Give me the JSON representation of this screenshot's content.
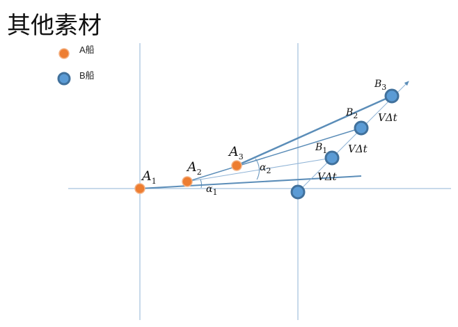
{
  "title": "其他素材",
  "legend": {
    "a_ship": "A船",
    "b_ship": "B船"
  },
  "colors": {
    "a_ship_fill": "#ED7D31",
    "a_ship_stroke": "#F4B183",
    "b_ship_fill": "#5B9BD5",
    "b_ship_stroke": "#41719C",
    "line": "#5B8DB8",
    "thin_line": "#8FB3D6"
  },
  "points": {
    "A1": {
      "letter": "A",
      "sub": "1"
    },
    "A2": {
      "letter": "A",
      "sub": "2"
    },
    "A3": {
      "letter": "A",
      "sub": "3"
    },
    "B1": {
      "letter": "B",
      "sub": "1"
    },
    "B2": {
      "letter": "B",
      "sub": "2"
    },
    "B3": {
      "letter": "B",
      "sub": "3"
    }
  },
  "angles": {
    "alpha1": {
      "letter": "α",
      "sub": "1"
    },
    "alpha2": {
      "letter": "α",
      "sub": "2"
    }
  },
  "vdt_label": "VΔt"
}
